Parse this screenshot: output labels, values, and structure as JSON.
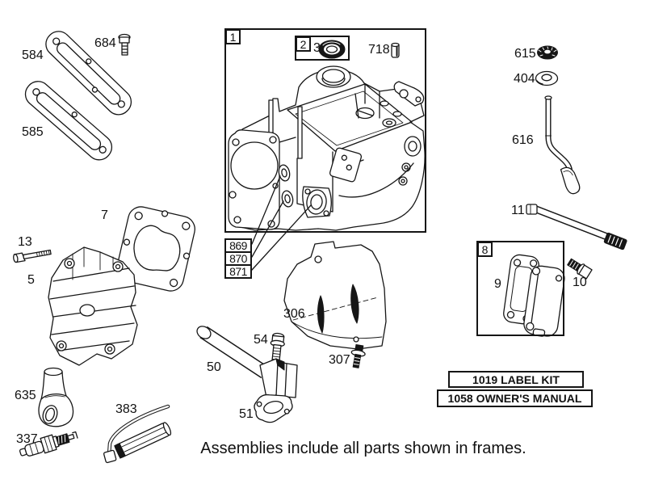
{
  "page": {
    "caption": "Assemblies include all parts shown in frames.",
    "background": "#ffffff",
    "line_color": "#161616"
  },
  "frames": {
    "frame1_label": "1",
    "frame2_label": "2",
    "frame8_label": "8"
  },
  "callout_boxes": {
    "b869": "869",
    "b870": "870",
    "b871": "871"
  },
  "kit_boxes": {
    "label_kit": "1019 LABEL KIT",
    "owners_manual": "1058 OWNER'S MANUAL"
  },
  "part_labels": {
    "n584": "584",
    "n684": "684",
    "n585": "585",
    "n3": "3",
    "n718": "718",
    "n615": "615",
    "n404": "404",
    "n616": "616",
    "n11": "11",
    "n7": "7",
    "n13": "13",
    "n5": "5",
    "n9": "9",
    "n10": "10",
    "n306": "306",
    "n307": "307",
    "n54": "54",
    "n50": "50",
    "n51": "51",
    "n635": "635",
    "n337": "337",
    "n383": "383"
  }
}
